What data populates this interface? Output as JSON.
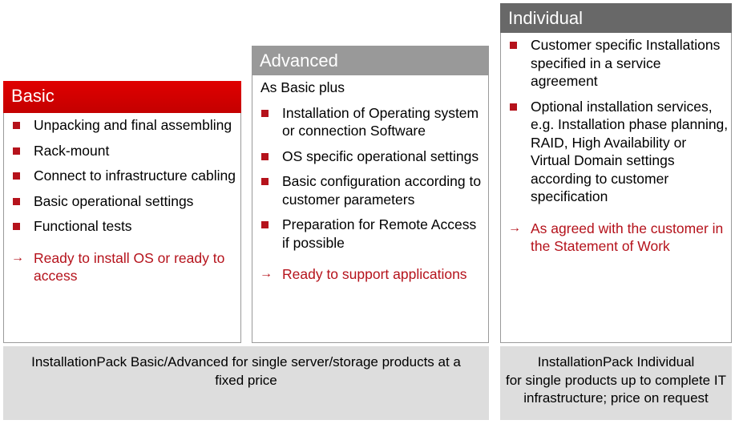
{
  "columns": {
    "basic": {
      "title": "Basic",
      "items": [
        "Unpacking and final assembling",
        "Rack-mount",
        "Connect to infrastructure cabling",
        "Basic operational settings",
        "Functional tests"
      ],
      "result": "Ready to install OS or ready to access"
    },
    "advanced": {
      "title": "Advanced",
      "intro": "As Basic plus",
      "items": [
        "Installation of Operating system or connection Software",
        "OS specific operational settings",
        "Basic configuration according to customer parameters",
        "Preparation for Remote Access if possible"
      ],
      "result": "Ready to support applications"
    },
    "individual": {
      "title": "Individual",
      "items": [
        "Customer specific Installations specified in a service agreement",
        "Optional installation services, e.g. Installation phase planning, RAID, High Availability or Virtual Domain settings according to customer specification"
      ],
      "result": "As agreed with the customer in the Statement of Work"
    }
  },
  "footer": {
    "left": "InstallationPack Basic/Advanced for single server/storage products at a fixed price",
    "right_line1": "InstallationPack Individual",
    "right_line2": "for single products up to complete IT infrastructure; price on request"
  },
  "icons": {
    "bullet": "square-bullet-icon",
    "arrow": "right-arrow-icon"
  },
  "colors": {
    "accent_red": "#cc0000",
    "bullet_red": "#b5121b",
    "header_gray": "#999999",
    "header_dark": "#686868",
    "footer_gray": "#dddddd"
  }
}
